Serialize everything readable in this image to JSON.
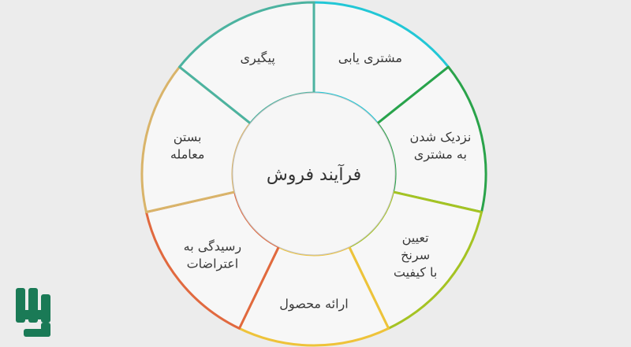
{
  "center": {
    "title": "فرآیند فروش"
  },
  "segments": [
    {
      "lines": [
        "مشتری یابی"
      ],
      "color": "#22c7d6"
    },
    {
      "lines": [
        "نزدیک شدن",
        "به مشتری"
      ],
      "color": "#2aa34a"
    },
    {
      "lines": [
        "تعیین",
        "سرنخ",
        "با کیفیت"
      ],
      "color": "#a5c323"
    },
    {
      "lines": [
        "ارائه محصول"
      ],
      "color": "#eec33a"
    },
    {
      "lines": [
        "رسیدگی به",
        "اعتراضات"
      ],
      "color": "#e1693f"
    },
    {
      "lines": [
        "بستن",
        "معامله"
      ],
      "color": "#d9b46a"
    },
    {
      "lines": [
        "پیگیری"
      ],
      "color": "#4cb3a0"
    }
  ],
  "logo": {
    "color": "#1a7a56",
    "icon": "company-logo"
  }
}
